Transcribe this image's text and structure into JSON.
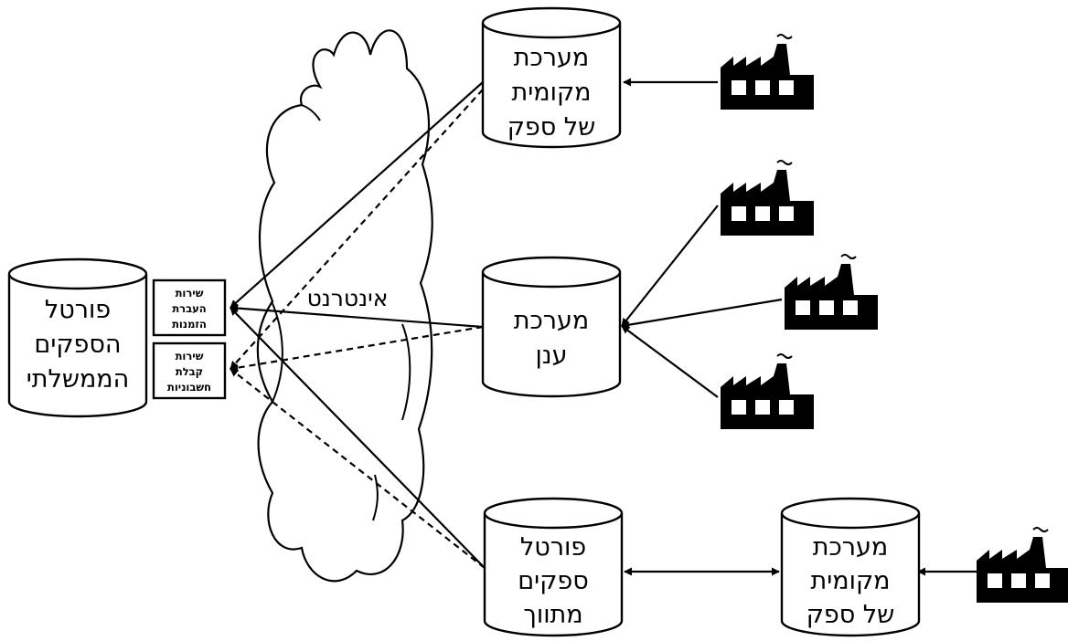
{
  "portal": {
    "lines": [
      "פורטל",
      "הספקים",
      "הממשלתי"
    ]
  },
  "services": {
    "orders": [
      "שירות",
      "העברת",
      "הזמנות"
    ],
    "invoices": [
      "שירות",
      "קבלת",
      "חשבוניות"
    ]
  },
  "internet_label": "אינטרנט",
  "local_system_top": [
    "מערכת",
    "מקומית",
    "של ספק"
  ],
  "cloud_system": [
    "מערכת",
    "ענן"
  ],
  "intermediary_portal": [
    "פורטל",
    "ספקים",
    "מתווך"
  ],
  "local_system_bottom": [
    "מערכת",
    "מקומית",
    "של ספק"
  ],
  "colors": {
    "stroke": "#000000",
    "background": "#ffffff"
  },
  "icons": [
    "factory-icon",
    "factory-icon",
    "factory-icon",
    "factory-icon",
    "factory-icon"
  ]
}
